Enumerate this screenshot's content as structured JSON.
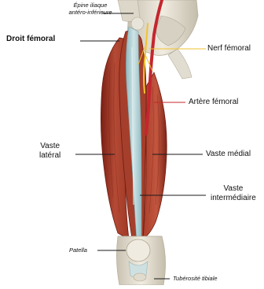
{
  "labels": {
    "spine": [
      "Épine iliaque",
      "antéro-inférieure"
    ],
    "rectus": "Droit fémoral",
    "nerve": "Nerf fémoral",
    "artery": "Artère fémoral",
    "lateralis": [
      "Vaste",
      "latéral"
    ],
    "medialis": "Vaste médial",
    "intermedius": [
      "Vaste",
      "intermédiaire"
    ],
    "patella": "Patella",
    "tuberosity": "Tubérosité tibiale"
  },
  "colors": {
    "muscle_dark": "#8e2a1c",
    "muscle": "#b64a35",
    "muscle_light": "#cf7a62",
    "tendon": "#9fc6cc",
    "tendon_light": "#c9e0e2",
    "bone": "#e7e2d6",
    "bone_shadow": "#bdb6a6",
    "artery": "#c4262e",
    "nerve": "#f2c230",
    "leader": "#1a1a1a"
  }
}
